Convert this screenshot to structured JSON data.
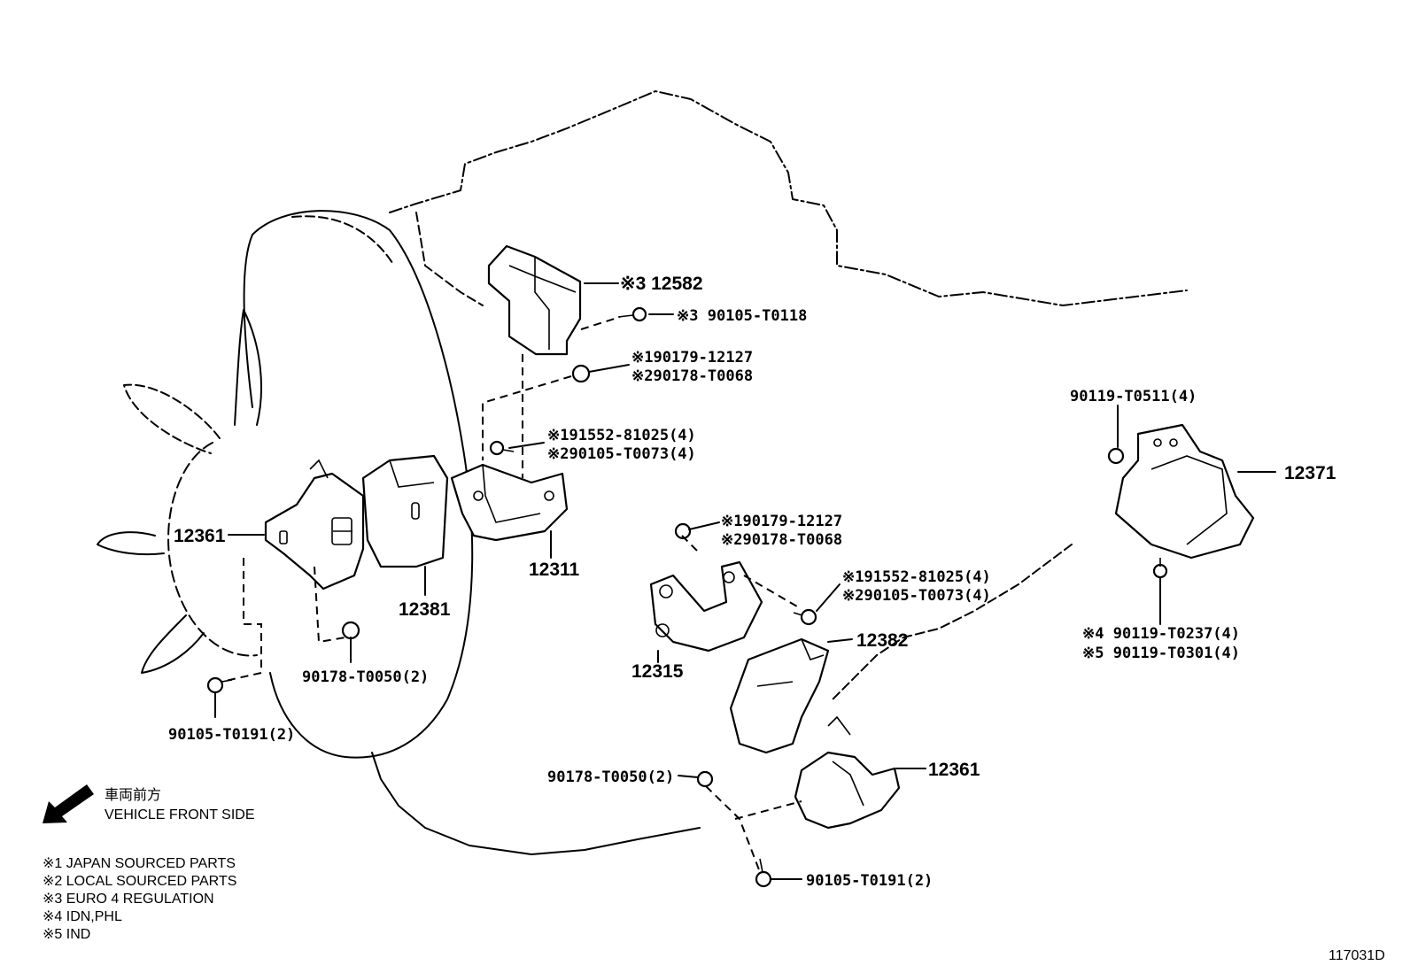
{
  "parts": {
    "p12582": "※3 12582",
    "p90105_T0118": "※3 90105-T0118",
    "p90179_12127_a": "※190179-12127",
    "p90178_T0068_a": "※290178-T0068",
    "p91552_81025_a": "※191552-81025(4)",
    "p90105_T0073_a": "※290105-T0073(4)",
    "p12361_left": "12361",
    "p12381": "12381",
    "p12311": "12311",
    "p90178_T0050_left": "90178-T0050(2)",
    "p90105_T0191_left": "90105-T0191(2)",
    "p90179_12127_b": "※190179-12127",
    "p90178_T0068_b": "※290178-T0068",
    "p91552_81025_b": "※191552-81025(4)",
    "p90105_T0073_b": "※290105-T0073(4)",
    "p12315": "12315",
    "p12382": "12382",
    "p12361_right": "12361",
    "p90178_T0050_right": "90178-T0050(2)",
    "p90105_T0191_right": "90105-T0191(2)",
    "p90119_T0511": "90119-T0511(4)",
    "p12371": "12371",
    "p90119_T0237": "※4 90119-T0237(4)",
    "p90119_T0301": "※5 90119-T0301(4)"
  },
  "direction": {
    "jp": "車両前方",
    "en": "VEHICLE FRONT SIDE"
  },
  "notes": [
    "※1 JAPAN SOURCED PARTS",
    "※2 LOCAL SOURCED PARTS",
    "※3 EURO 4 REGULATION",
    "※4 IDN,PHL",
    "※5 IND"
  ],
  "figure_code": "117031D"
}
